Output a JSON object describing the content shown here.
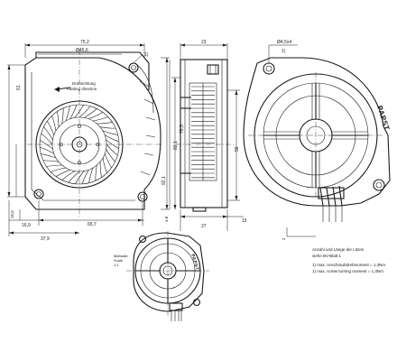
{
  "front_view": {
    "dim_width": "75,2",
    "dim_inlet": "Ø45,6",
    "dim_note1": "1)",
    "dim_height_left": "61",
    "dim_height_right": "92,1",
    "dim_bottom_offset": "16,9",
    "dim_hole_spacing": "65,7",
    "dim_overall_bottom": "37,9",
    "dim_small_left": "15,5",
    "rotation_label_de": "Drehrichtung",
    "rotation_label_en": "rotating direction"
  },
  "side_view": {
    "dim_depth": "23",
    "dim_height_a": "82,1",
    "dim_height_b": "75,5",
    "dim_bottom_a": "27",
    "dim_bottom_b": "15",
    "dim_bottom_c": "4,8"
  },
  "rear_view": {
    "dim_hole": "Ø4,5x4",
    "dim_hole_note": "1)",
    "dim_height": "58",
    "dim_small": "2",
    "logo_text": "PAPST"
  },
  "scale_view": {
    "label_line1": "Maßstab",
    "label_line2": "Scale",
    "label_line3": "1:1"
  },
  "notes": {
    "line1": "Anzahl und Länge der Litzen",
    "line2": "siehe BV-Blatt 1",
    "line3": "1) max. Anschraubdrehmoment = 1,3Nm",
    "line4": "1) max. screw turning moment = 1,3Nm"
  },
  "icons": [
    "rotation-arrow-icon"
  ]
}
